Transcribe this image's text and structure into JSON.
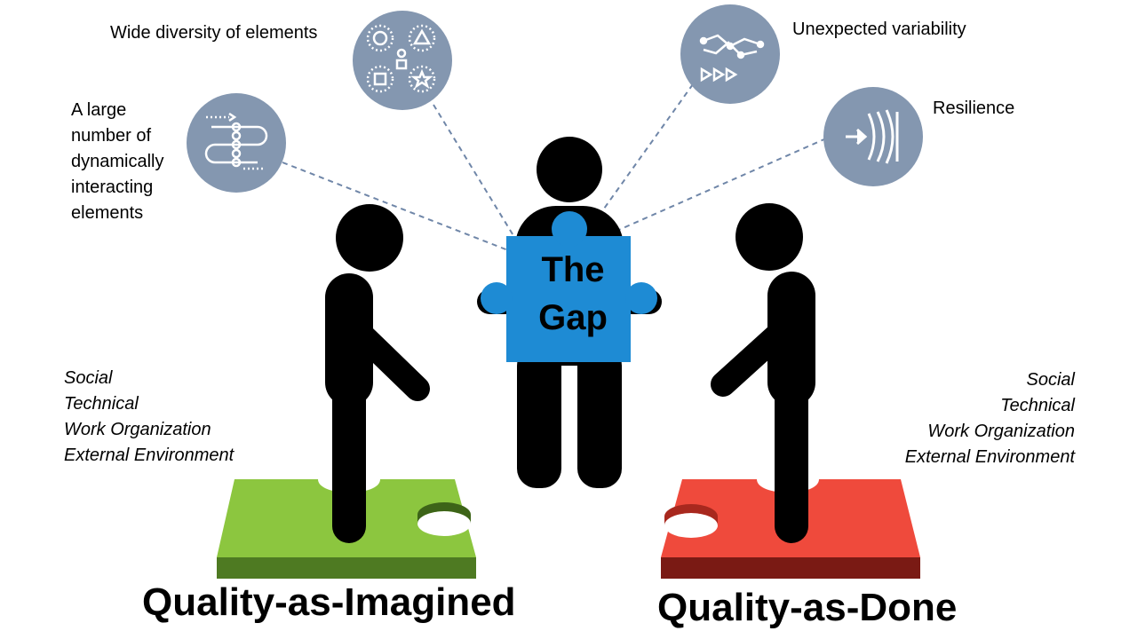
{
  "center_piece": {
    "line1": "The",
    "line2": "Gap",
    "color": "#1e8bd4"
  },
  "callouts": {
    "diversity": {
      "label": "Wide diversity of elements",
      "icon": "shapes-diversity-icon"
    },
    "interacting": {
      "lines": [
        "A large",
        "number of",
        "dynamically",
        "interacting",
        "elements"
      ],
      "icon": "flow-path-icon"
    },
    "variability": {
      "label": "Unexpected variability",
      "icon": "network-variability-icon"
    },
    "resilience": {
      "label": "Resilience",
      "icon": "resilience-arrow-icon"
    }
  },
  "left_factors": [
    "Social",
    "Technical",
    "Work Organization",
    "External Environment"
  ],
  "right_factors": [
    "Social",
    "Technical",
    "Work Organization",
    "External Environment"
  ],
  "left_title": "Quality-as-Imagined",
  "right_title": "Quality-as-Done",
  "colors": {
    "icon_circle": "#8497b0",
    "green_piece": "#8cc63f",
    "red_piece": "#e8392f",
    "figure": "#000000"
  }
}
